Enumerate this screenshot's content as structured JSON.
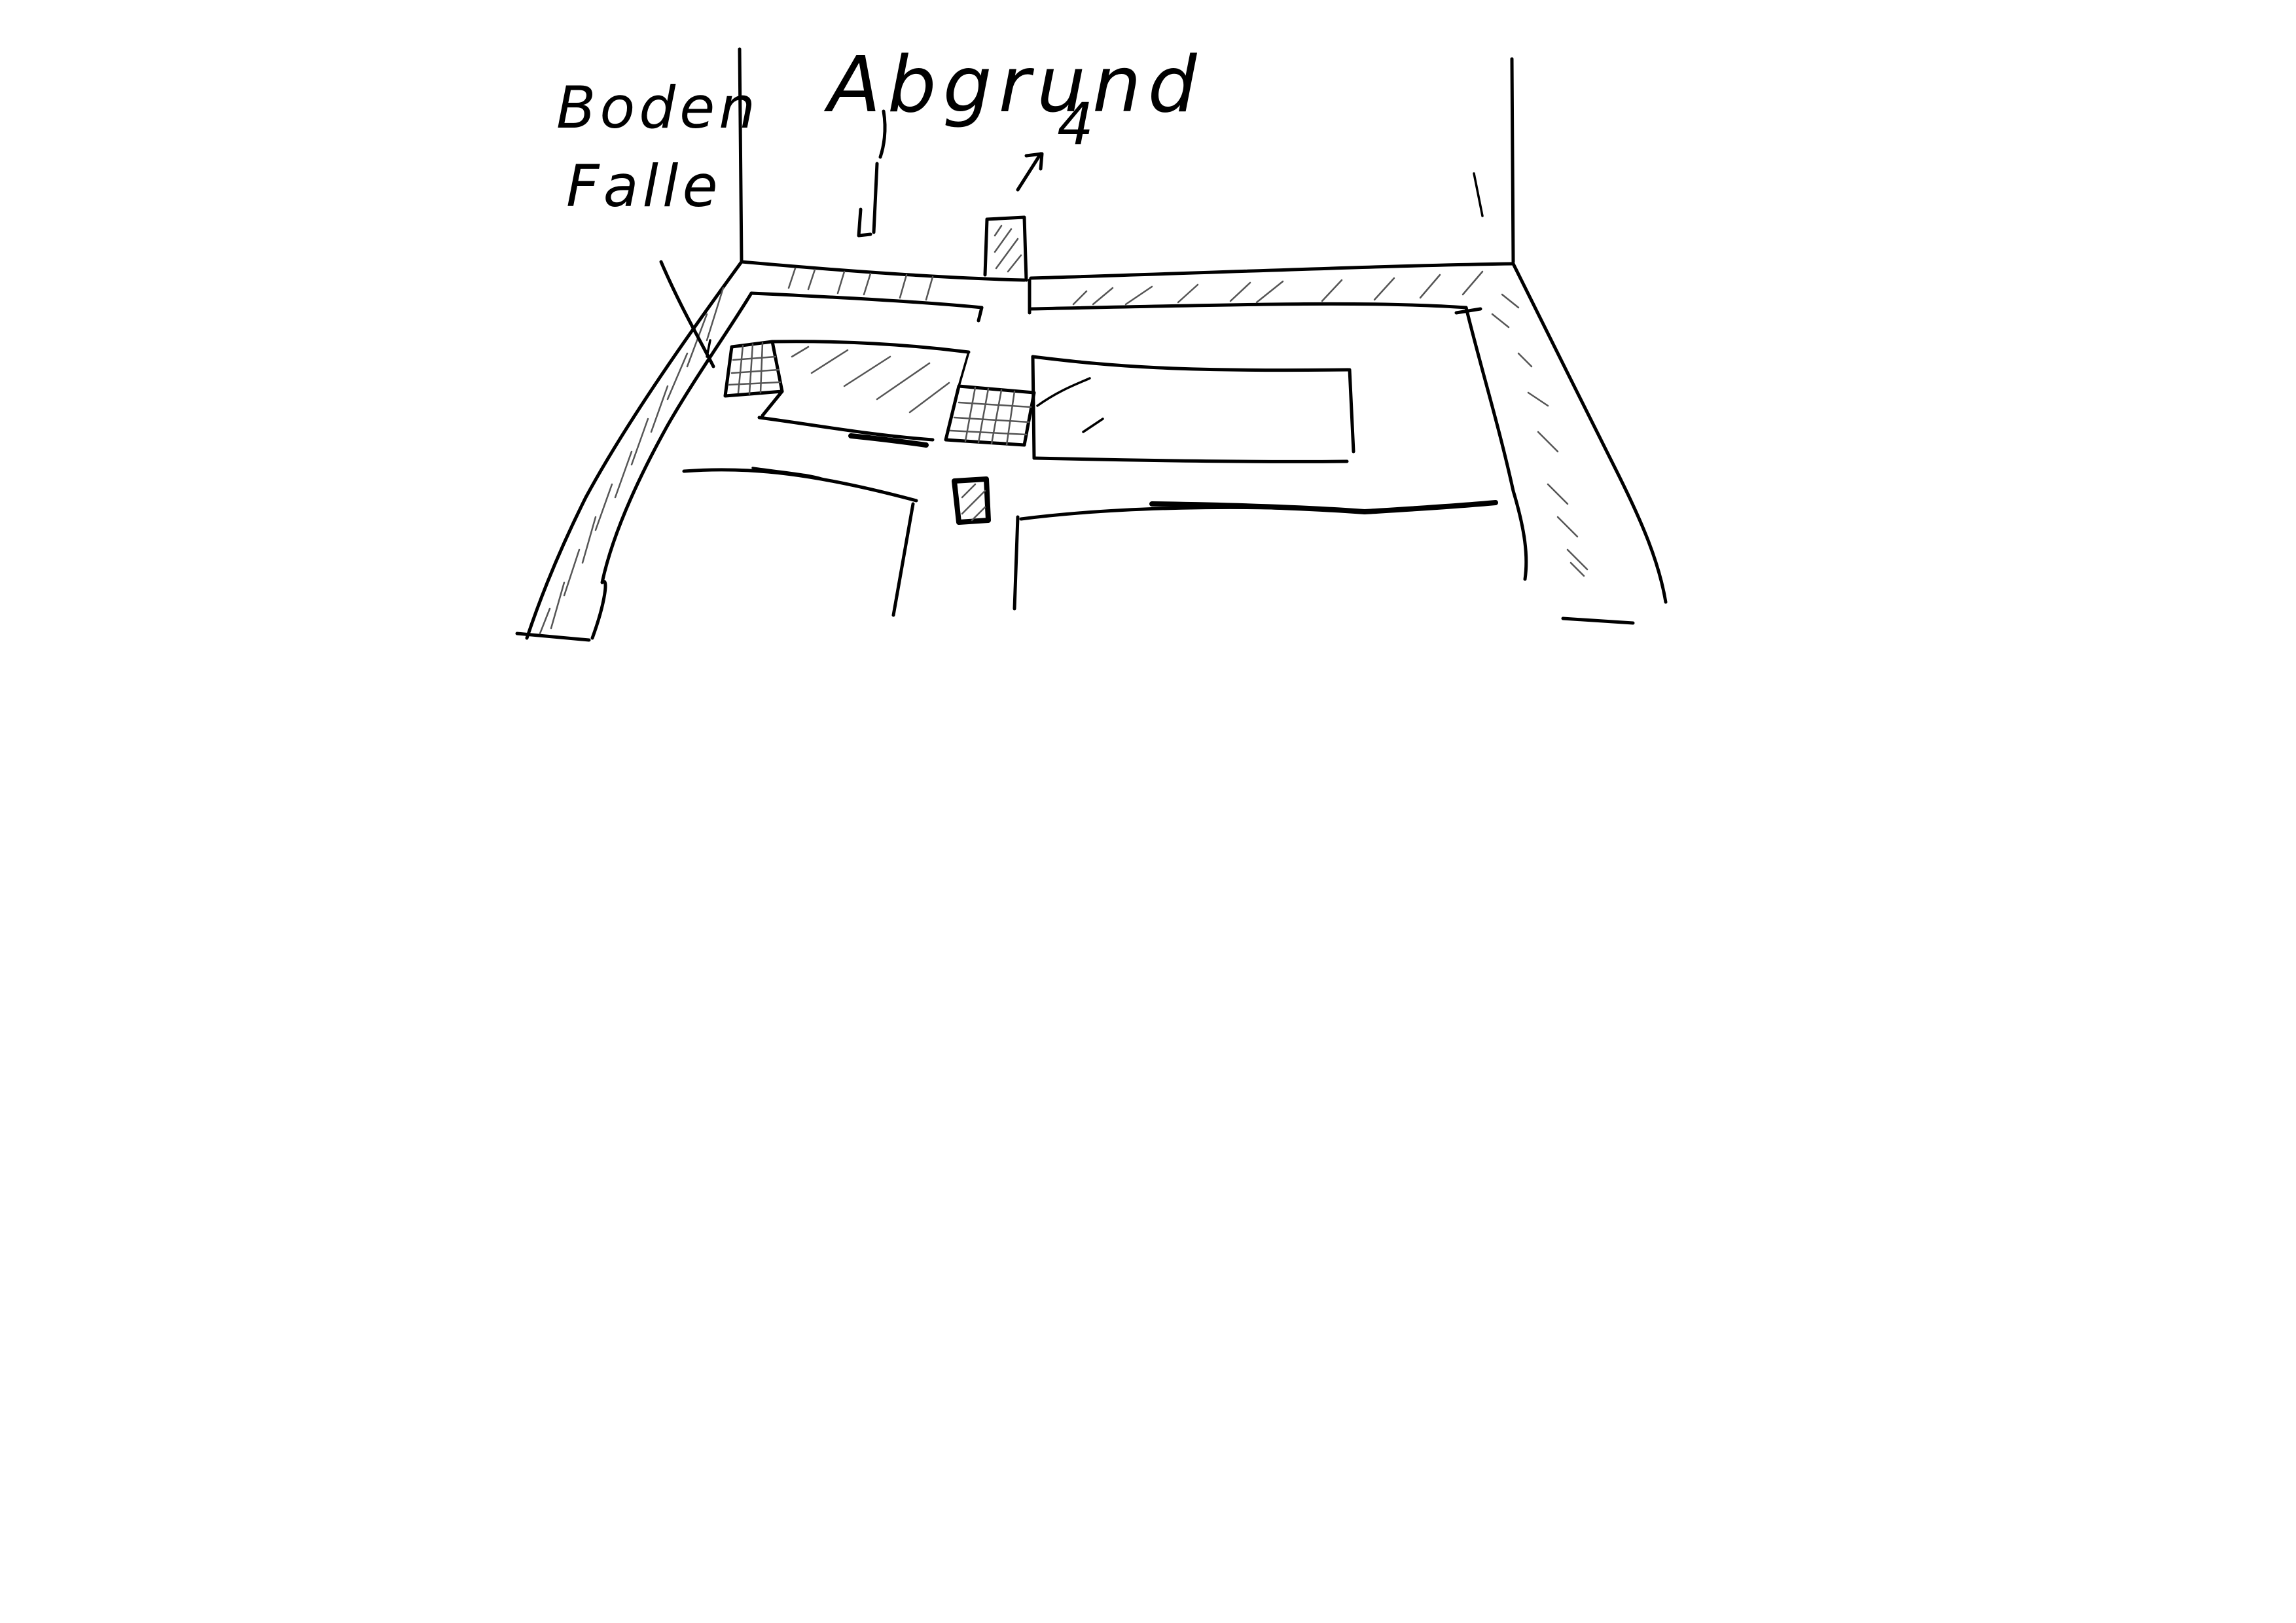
{
  "labels": {
    "floor_trap": [
      "Boden",
      "Falle"
    ],
    "abyss": "Abgrund",
    "marker": "4"
  },
  "ink_color": "#000000",
  "hatch_color": "#555555",
  "background_color": "#ffffff"
}
